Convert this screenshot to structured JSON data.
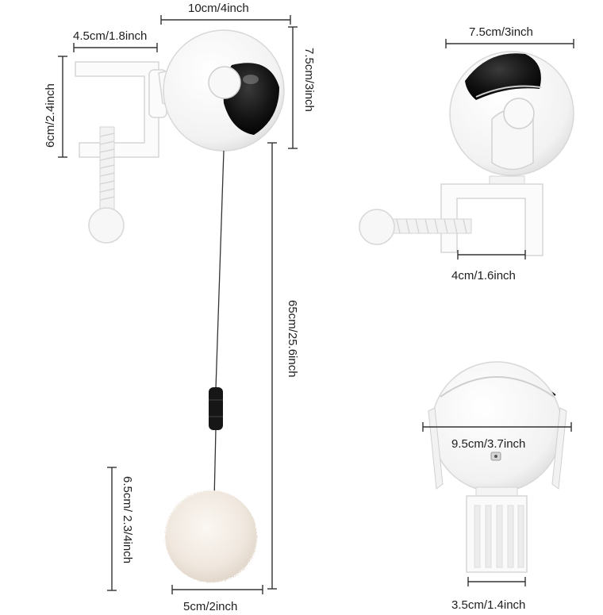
{
  "dimensions": {
    "product_width": "10cm/4inch",
    "clamp_width": "4.5cm/1.8inch",
    "clamp_height": "6cm/2.4inch",
    "body_height": "7.5cm/3inch",
    "string_length": "65cm/25.6inch",
    "pompom_height": "6.5cm/ 2.3/4inch",
    "pompom_width": "5cm/2inch",
    "side_body_width": "7.5cm/3inch",
    "side_clamp_width": "4cm/1.6inch",
    "front_body_width": "9.5cm/3.7inch",
    "front_clamp_width": "3.5cm/1.4inch"
  },
  "colors": {
    "body": "#f7f7f7",
    "outline": "#d8d8d8",
    "dark_lens": "#151515",
    "line": "#333333",
    "pompom": "#f3ece4"
  }
}
